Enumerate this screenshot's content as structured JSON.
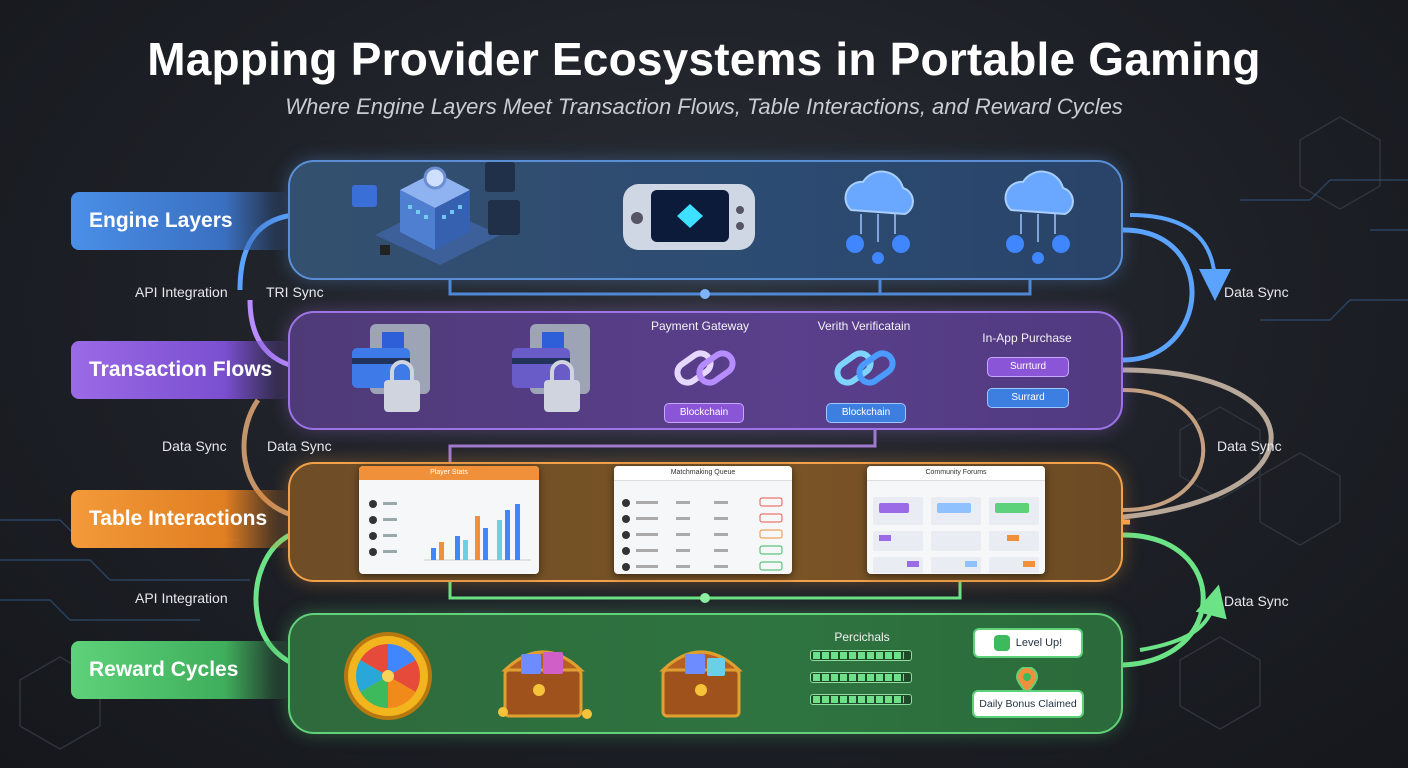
{
  "title": "Mapping Provider Ecosystems in Portable Gaming",
  "subtitle": "Where Engine Layers Meet Transaction Flows, Table Interactions, and Reward Cycles",
  "layers": {
    "engine": "Engine Layers",
    "transaction": "Transaction Flows",
    "table": "Table Interactions",
    "reward": "Reward Cycles"
  },
  "flow_labels": {
    "api_integration_top": "API Integration",
    "tri_sync": "TRI Sync",
    "data_sync_right_1": "Data Sync",
    "data_sync_left_1": "Data Sync",
    "data_sync_left_2": "Data Sync",
    "data_sync_right_2": "Data Sync",
    "api_integration_bottom": "API Integration",
    "data_sync_right_3": "Data Sync"
  },
  "transaction_nodes": {
    "payment_gateway": "Payment Gateway",
    "verification": "Verith Verificatain",
    "in_app_purchase": "In-App Purchase",
    "chip_blockchain_1": "Blockchain",
    "chip_blockchain_2": "Blockchain",
    "chip_surrent": "Surrturd",
    "chip_surrand": "Surrard"
  },
  "table_panels": {
    "player_stats": "Player Stats",
    "matchmaking_queue": "Matchmaking Queue",
    "community_forums": "Community Forums"
  },
  "reward_nodes": {
    "progress_title": "Percichals",
    "level_up": "Level Up!",
    "daily_bonus": "Daily Bonus Claimed"
  },
  "colors": {
    "engine": "#4a8fe8",
    "transaction": "#9b6ae6",
    "table": "#f39a3a",
    "reward": "#5ed27a"
  },
  "progress_fill": [
    0.95,
    0.95,
    0.95
  ]
}
